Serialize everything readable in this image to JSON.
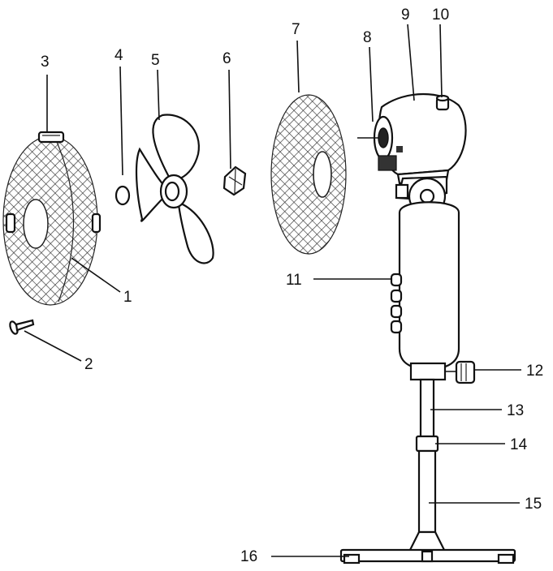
{
  "diagram": {
    "callouts": [
      {
        "id": "c1",
        "number": "1"
      },
      {
        "id": "c2",
        "number": "2"
      },
      {
        "id": "c3",
        "number": "3"
      },
      {
        "id": "c4",
        "number": "4"
      },
      {
        "id": "c5",
        "number": "5"
      },
      {
        "id": "c6",
        "number": "6"
      },
      {
        "id": "c7",
        "number": "7"
      },
      {
        "id": "c8",
        "number": "8"
      },
      {
        "id": "c9",
        "number": "9"
      },
      {
        "id": "c10",
        "number": "10"
      },
      {
        "id": "c11",
        "number": "11"
      },
      {
        "id": "c12",
        "number": "12"
      },
      {
        "id": "c13",
        "number": "13"
      },
      {
        "id": "c14",
        "number": "14"
      },
      {
        "id": "c15",
        "number": "15"
      },
      {
        "id": "c16",
        "number": "16"
      }
    ]
  }
}
